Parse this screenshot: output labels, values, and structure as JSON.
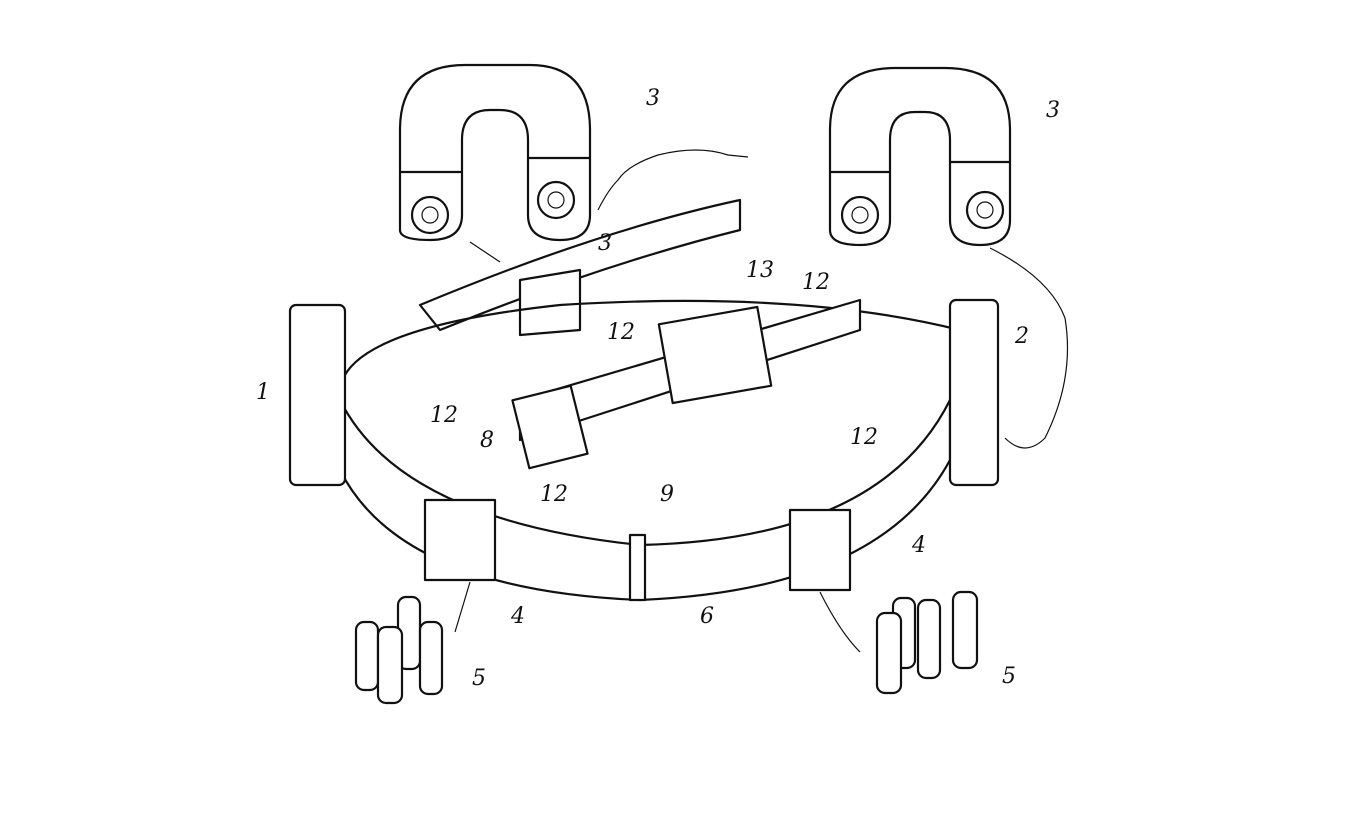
{
  "figure": {
    "type": "patent-drawing",
    "labels": [
      {
        "id": "headphone-left",
        "text": "3"
      },
      {
        "id": "headphone-right",
        "text": "3"
      },
      {
        "id": "strap-clip",
        "text": "3"
      },
      {
        "id": "buckle-cover",
        "text": "13"
      },
      {
        "id": "clip-top",
        "text": "12"
      },
      {
        "id": "clip-left-strap",
        "text": "12"
      },
      {
        "id": "unit-right",
        "text": "2"
      },
      {
        "id": "unit-left",
        "text": "1"
      },
      {
        "id": "clip-left-belt",
        "text": "12"
      },
      {
        "id": "clip-right-belt",
        "text": "12"
      },
      {
        "id": "buckle",
        "text": "8"
      },
      {
        "id": "clip-front",
        "text": "12"
      },
      {
        "id": "joint",
        "text": "9"
      },
      {
        "id": "battery-pouch-right",
        "text": "4"
      },
      {
        "id": "battery-pouch-left",
        "text": "4"
      },
      {
        "id": "belt-front",
        "text": "6"
      },
      {
        "id": "batteries-left",
        "text": "5"
      },
      {
        "id": "batteries-right",
        "text": "5"
      }
    ]
  }
}
